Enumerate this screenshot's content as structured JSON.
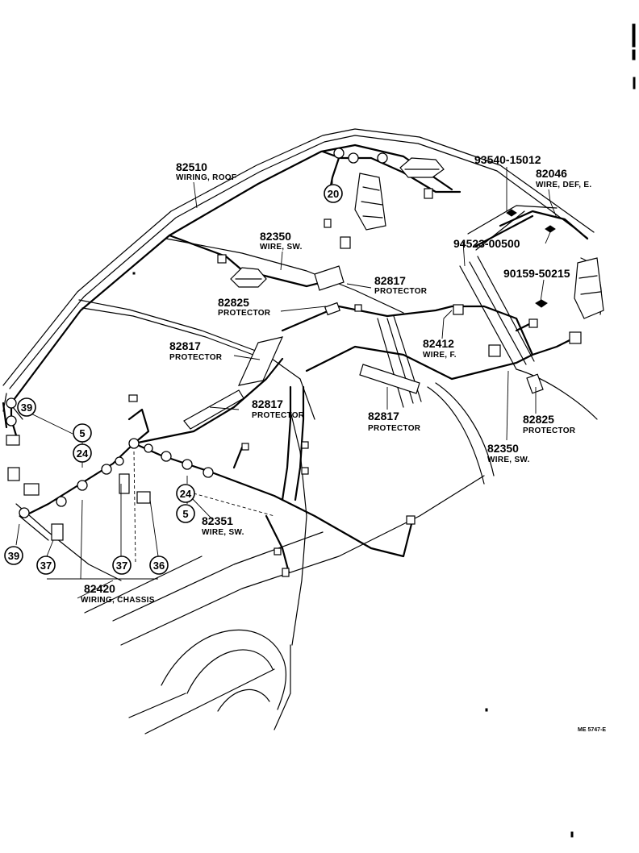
{
  "callouts": [
    {
      "part": "82510",
      "desc": "WIRING, ROOF"
    },
    {
      "part": "93540-15012",
      "desc": ""
    },
    {
      "part": "82046",
      "desc": "WIRE, DEF, E."
    },
    {
      "part": "94523-00500",
      "desc": ""
    },
    {
      "part": "90159-50215",
      "desc": ""
    },
    {
      "part": "82350",
      "desc": "WIRE, SW."
    },
    {
      "part": "82817",
      "desc": "PROTECTOR"
    },
    {
      "part": "82825",
      "desc": "PROTECTOR"
    },
    {
      "part": "82817",
      "desc": "PROTECTOR"
    },
    {
      "part": "82412",
      "desc": "WIRE, F."
    },
    {
      "part": "82817",
      "desc": "PROTECTOR"
    },
    {
      "part": "82817",
      "desc": "PROTECTOR"
    },
    {
      "part": "82825",
      "desc": "PROTECTOR"
    },
    {
      "part": "82350",
      "desc": "WIRE, SW."
    },
    {
      "part": "82351",
      "desc": "WIRE, SW."
    },
    {
      "part": "82420",
      "desc": "WIRING, CHASSIS"
    }
  ],
  "circles": [
    "20",
    "39",
    "5",
    "24",
    "24",
    "5",
    "39",
    "37",
    "37",
    "36"
  ],
  "reference_code": "ME 5747-E"
}
